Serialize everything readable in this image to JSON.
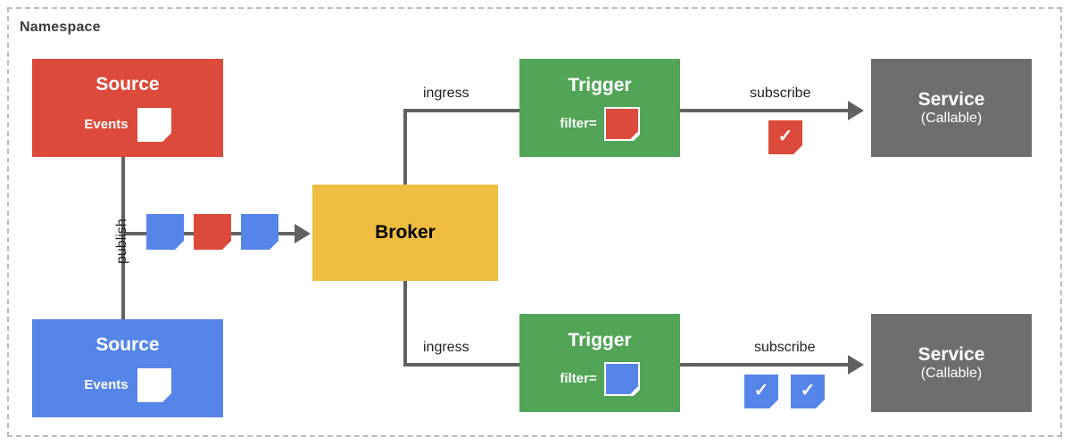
{
  "diagram": {
    "namespace_label": "Namespace",
    "colors": {
      "red": "#DB4A3A",
      "blue": "#5585E8",
      "green": "#52A557",
      "yellow": "#EFBE41",
      "gray": "#6E6E6E",
      "connector": "#616161",
      "frame": "#BCBCBC",
      "text_dark": "#1F1F1F",
      "white": "#FFFFFF"
    },
    "nodes": {
      "source_red": {
        "title": "Source",
        "events_label": "Events",
        "event_icon": "event-note-icon",
        "color": "#DB4A3A"
      },
      "source_blue": {
        "title": "Source",
        "events_label": "Events",
        "event_icon": "event-note-icon",
        "color": "#5585E8"
      },
      "broker": {
        "title": "Broker",
        "color": "#EFBE41"
      },
      "trigger_top": {
        "title": "Trigger",
        "filter_label": "filter=",
        "filter_icon": "event-note-icon",
        "filter_color": "#DB4A3A",
        "color": "#52A557"
      },
      "trigger_bottom": {
        "title": "Trigger",
        "filter_label": "filter=",
        "filter_icon": "event-note-icon",
        "filter_color": "#5585E8",
        "color": "#52A557"
      },
      "service_top": {
        "title": "Service",
        "subtitle": "(Callable)",
        "color": "#6E6E6E"
      },
      "service_bottom": {
        "title": "Service",
        "subtitle": "(Callable)",
        "color": "#6E6E6E"
      }
    },
    "edges": {
      "publish": "publish",
      "ingress_top": "ingress",
      "ingress_bottom": "ingress",
      "subscribe_top": "subscribe",
      "subscribe_bottom": "subscribe"
    },
    "stream_events": [
      {
        "color": "#5585E8",
        "icon": "event-note-icon"
      },
      {
        "color": "#DB4A3A",
        "icon": "event-note-icon"
      },
      {
        "color": "#5585E8",
        "icon": "event-note-icon"
      }
    ],
    "delivered_top": [
      {
        "color": "#DB4A3A",
        "icon": "event-check-icon",
        "glyph": "✓"
      }
    ],
    "delivered_bottom": [
      {
        "color": "#5585E8",
        "icon": "event-check-icon",
        "glyph": "✓"
      },
      {
        "color": "#5585E8",
        "icon": "event-check-icon",
        "glyph": "✓"
      }
    ]
  }
}
